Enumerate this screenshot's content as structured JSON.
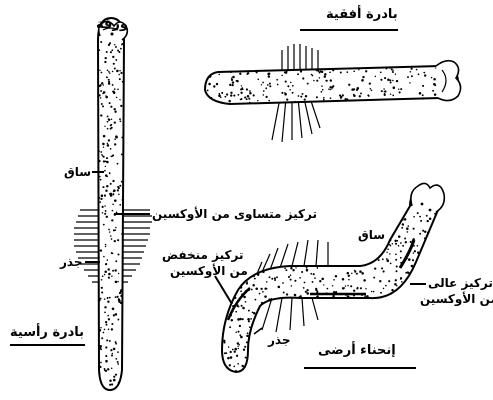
{
  "figure": {
    "vertical_seedling": {
      "title": "بادرة رأسية",
      "leaf_label": "ورقة",
      "stem_label": "ساق",
      "root_label": "جذر",
      "auxin_label": "تركيز متساوى من الأوكسين"
    },
    "horizontal_seedling": {
      "title": "بادرة أفقية"
    },
    "gravitropism": {
      "title": "إنحناء أرضى",
      "stem_label": "ساق",
      "root_label": "جذر",
      "low_auxin_label": [
        "تركيز منخفض",
        "من الأوكسين"
      ],
      "high_auxin_label": [
        "تركيز عالى",
        "من الأوكسين"
      ]
    }
  },
  "colors": {
    "ink": "#000000",
    "background": "#ffffff"
  }
}
